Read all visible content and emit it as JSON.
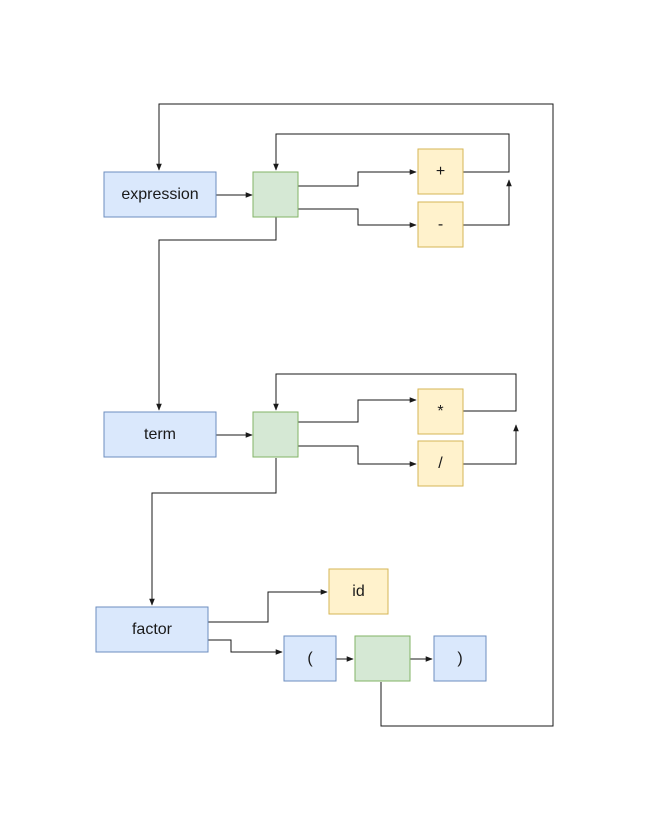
{
  "diagram": {
    "colors": {
      "nonterminal_fill": "#dae8fc",
      "nonterminal_stroke": "#6c8ebf",
      "junction_fill": "#d5e8d4",
      "junction_stroke": "#82b366",
      "terminal_fill": "#fff2cc",
      "terminal_stroke": "#d6b656",
      "edge": "#1a1a1a"
    },
    "labels": {
      "expression": "expression",
      "plus": "+",
      "minus": "-",
      "term": "term",
      "times": "*",
      "divide": "/",
      "factor": "factor",
      "id": "id",
      "lparen": "(",
      "rparen": ")"
    }
  }
}
